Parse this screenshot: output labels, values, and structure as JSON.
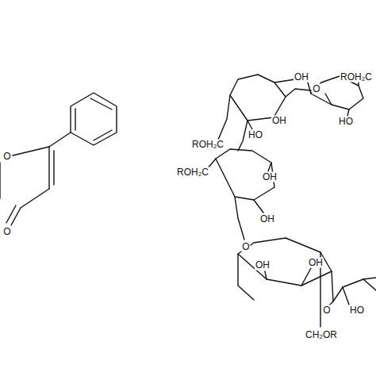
{
  "diagram": {
    "labels": [
      "O",
      "O",
      "ROH₂C",
      "OH",
      "O",
      "ROH₂C",
      "OH",
      "HO",
      "HO",
      "ROH₂C",
      "OH",
      "OH",
      "O",
      "OH",
      "OH",
      "O",
      "HO",
      "CH₂OR"
    ]
  }
}
